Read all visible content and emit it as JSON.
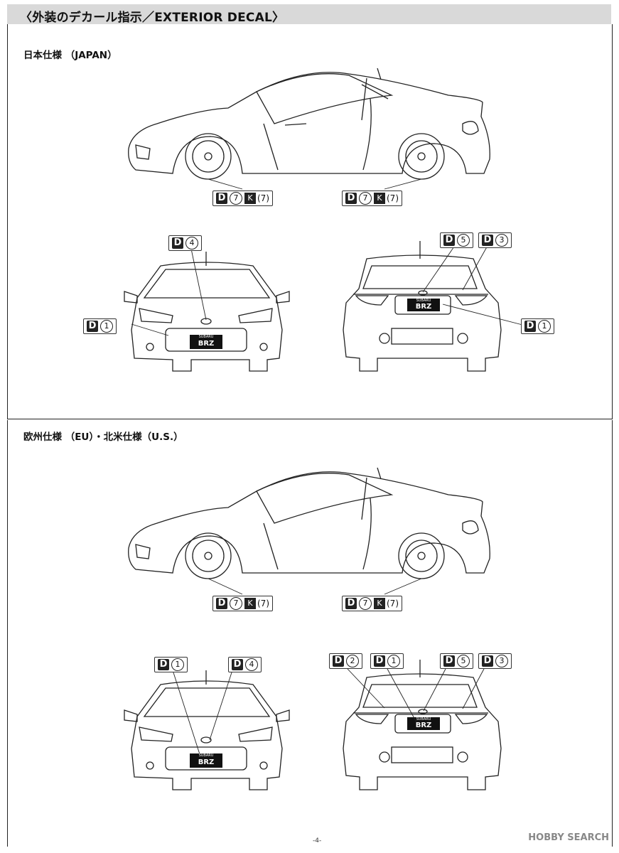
{
  "header": {
    "title": "〈外装のデカール指示／EXTERIOR DECAL〉"
  },
  "sections": [
    {
      "title": "日本仕様 （JAPAN）"
    },
    {
      "title": "欧州仕様 （EU）・北米仕様（U.S.）"
    }
  ],
  "callouts": {
    "d": "D",
    "k": "K",
    "n1": "1",
    "n2": "2",
    "n3": "3",
    "n4": "4",
    "n5": "5",
    "n7": "7",
    "paren7": "(7)"
  },
  "badge": {
    "maker": "SUBARU",
    "model": "BRZ"
  },
  "watermark": "HOBBY SEARCH",
  "page_number": "-4-"
}
